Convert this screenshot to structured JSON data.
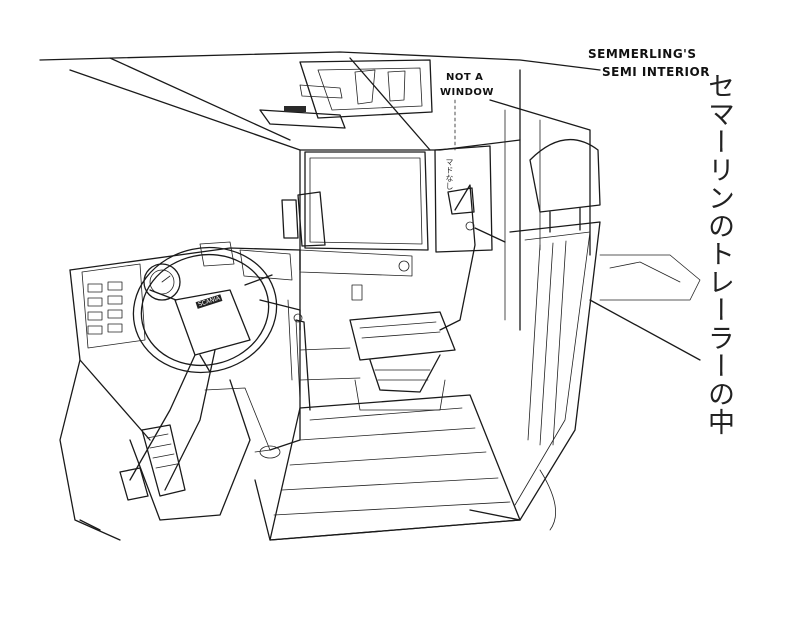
{
  "caption": {
    "title_line1": "Semmerling's",
    "title_line2": "Semi Interior",
    "note_line1": "Not a",
    "note_line2": "window",
    "japanese_vertical": "セマーリンのトレーラーの中",
    "window_scribble": "マドなし",
    "dash_badge": "SCANIA"
  },
  "colors": {
    "ink": "#1a1a1a",
    "paper": "#ffffff"
  },
  "icons": [
    "steering-wheel-icon",
    "speedometer-icon",
    "seat-icon",
    "pedal-icon"
  ]
}
